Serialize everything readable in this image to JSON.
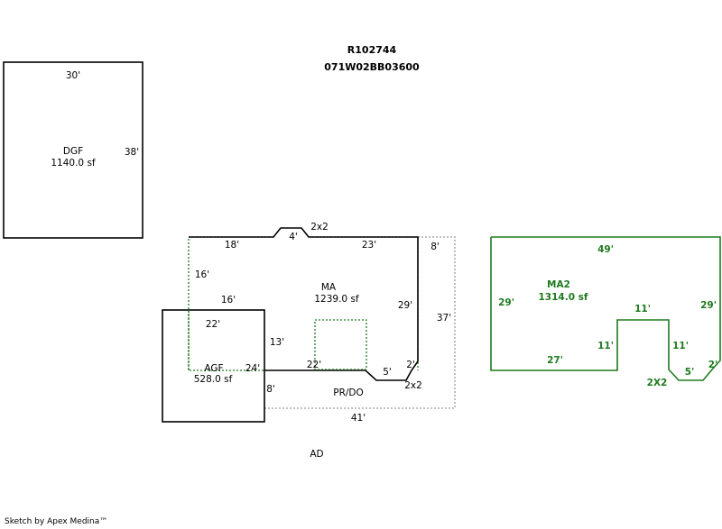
{
  "header": {
    "parcel_id": "R102744",
    "map_number": "071W02BB03600"
  },
  "footer": {
    "credit": "Sketch by Apex Medina™"
  },
  "colors": {
    "solid_outline": "#000000",
    "dotted_outline": "#1e7a1e",
    "dotted_gray": "#9a9a9a",
    "ma2_outline": "#1e7a1e"
  },
  "areas": {
    "dgf": {
      "code": "DGF",
      "area": "1140.0 sf",
      "dim_top": "30'",
      "dim_right": "38'"
    },
    "ma": {
      "code": "MA",
      "area": "1239.0 sf",
      "dims": [
        "18'",
        "4'",
        "2x2",
        "23'",
        "16'",
        "16'",
        "29'",
        "22'",
        "13'",
        "22'",
        "5'",
        "2'",
        "2x2"
      ]
    },
    "agf": {
      "code": "AGF",
      "area": "528.0 sf",
      "dims": [
        "24'",
        "8'"
      ]
    },
    "prdo": {
      "code": "PR/DO",
      "dims": [
        "8'",
        "37'",
        "41'"
      ]
    },
    "ad": {
      "code": "AD"
    },
    "ma2": {
      "code": "MA2",
      "area": "1314.0 sf",
      "dims": [
        "49'",
        "29'",
        "29'",
        "11'",
        "11'",
        "11'",
        "27'",
        "5'",
        "2'",
        "2X2"
      ]
    }
  }
}
